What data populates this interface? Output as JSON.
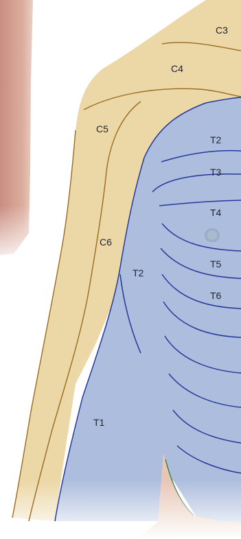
{
  "labels": {
    "c3": "C3",
    "c4": "C4",
    "c5": "C5",
    "c6": "C6",
    "t1": "T1",
    "t2_chest": "T2",
    "t2_arm": "T2",
    "t3": "T3",
    "t4": "T4",
    "t5": "T5",
    "t6": "T6"
  },
  "colors": {
    "background_skin": "#cf9a8c",
    "cervical_zone": "#ecd7a6",
    "thoracic_zone": "#adbddd",
    "cervical_boundary": "#9a6a1e",
    "thoracic_boundary": "#23389a",
    "skin_edge": "#d8a98f",
    "waist_line": "#3a7a3a"
  }
}
